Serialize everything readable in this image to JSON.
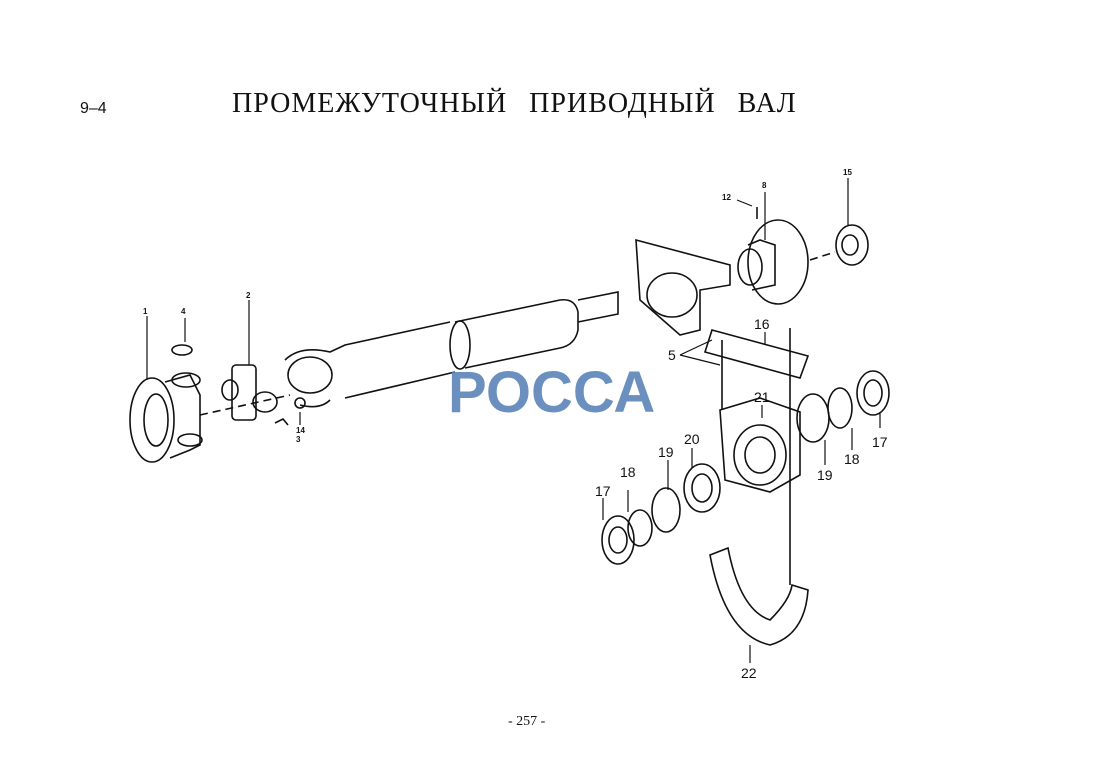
{
  "header": {
    "section": "9–4",
    "title": "ПРОМЕЖУТОЧНЫЙ ПРИВОДНЫЙ ВАЛ"
  },
  "watermark": "РОССА",
  "callouts": {
    "p1": "1",
    "p4": "4",
    "p2": "2",
    "p14": "14",
    "p3": "3",
    "p12": "12",
    "p8": "8",
    "p15": "15",
    "p5": "5",
    "p16": "16",
    "p21": "21",
    "p17a": "17",
    "p18a": "18",
    "p19a": "19",
    "p20": "20",
    "p19b": "19",
    "p18b": "18",
    "p17b": "17",
    "p22": "22"
  },
  "footer": {
    "page_number": "- 257 -"
  }
}
